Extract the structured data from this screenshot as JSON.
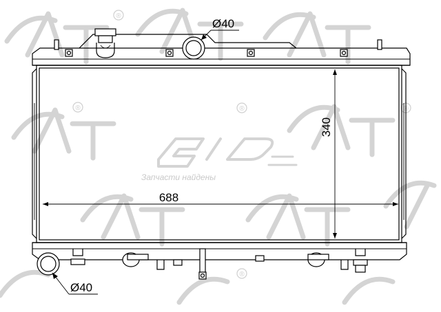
{
  "watermark": {
    "brand": "SAT",
    "registered_mark": "®",
    "stamp_title": "Запчасти найдены"
  },
  "dimensions": {
    "width_label": "688",
    "height_label": "340"
  },
  "callouts": {
    "top_pipe": "Ø40",
    "bottom_pipe": "Ø40"
  },
  "colors": {
    "line": "#000000",
    "watermark": "#d4d4d4"
  }
}
